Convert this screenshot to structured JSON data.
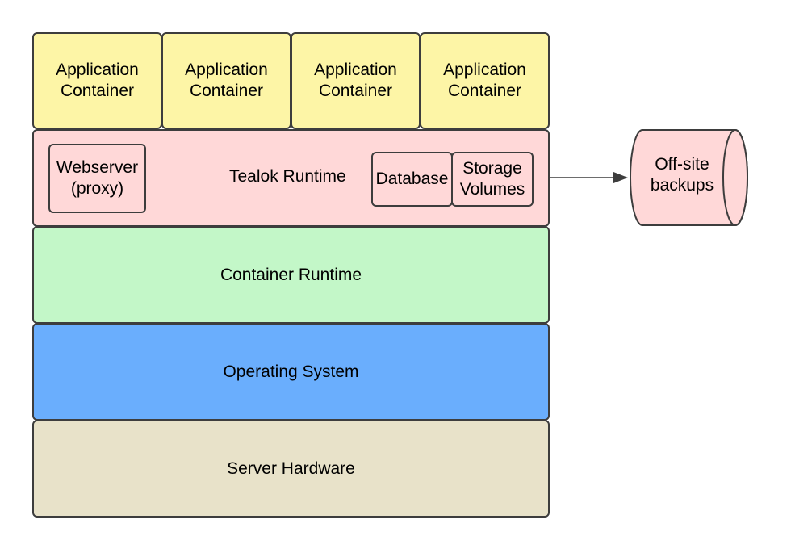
{
  "application_containers": [
    {
      "label": "Application\nContainer"
    },
    {
      "label": "Application\nContainer"
    },
    {
      "label": "Application\nContainer"
    },
    {
      "label": "Application\nContainer"
    }
  ],
  "tealok_runtime": {
    "label": "Tealok Runtime",
    "webserver": "Webserver\n(proxy)",
    "database": "Database",
    "storage": "Storage\nVolumes"
  },
  "container_runtime": "Container Runtime",
  "operating_system": "Operating System",
  "server_hardware": "Server Hardware",
  "offsite_backups": "Off-site\nbackups",
  "colors": {
    "application_container": "#fdf5a6",
    "tealok_runtime": "#ffd8d8",
    "container_runtime": "#c3f7c8",
    "operating_system": "#6aaefd",
    "server_hardware": "#e8e2c9",
    "border": "#3d3d3d"
  }
}
